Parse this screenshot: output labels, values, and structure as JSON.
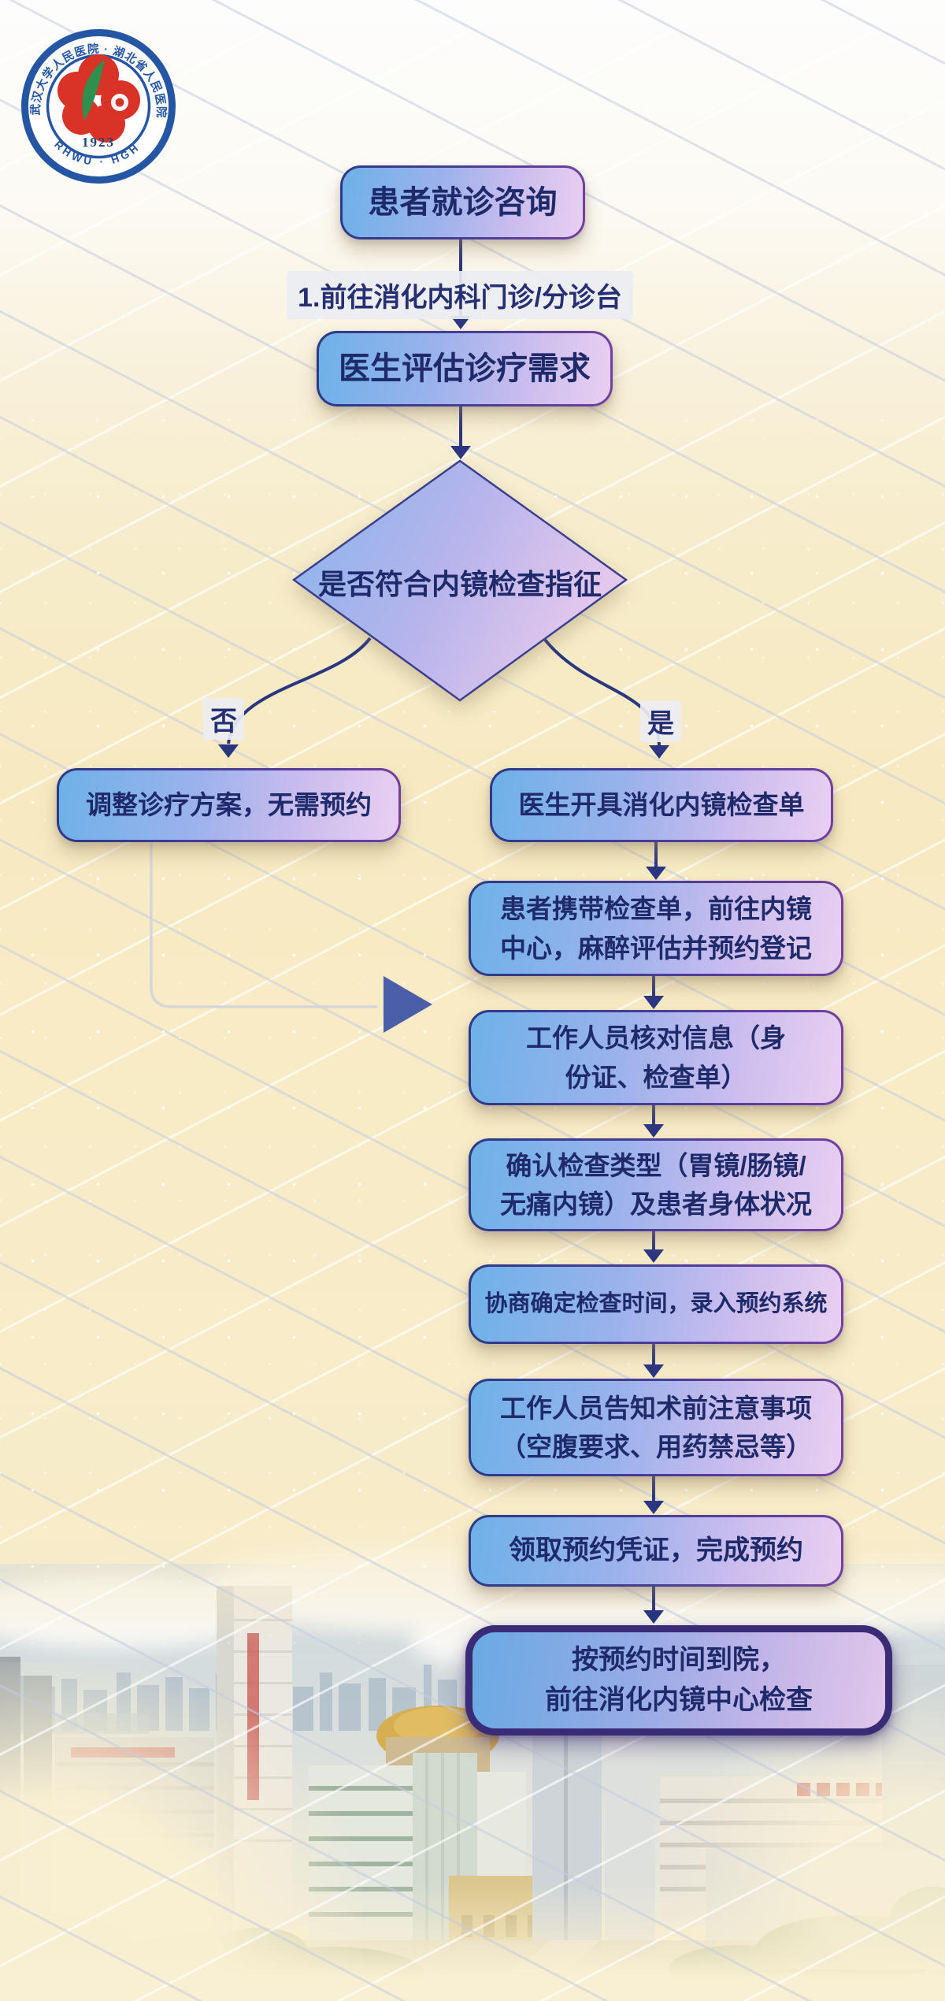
{
  "logo": {
    "ring_text": "武汉大学人民医院 · 湖北省人民医院",
    "year": "1923",
    "abbr": "RHWU · HGH"
  },
  "flow": {
    "start": {
      "label": "患者就诊咨询"
    },
    "route_note": "1.前往消化内科门诊/分诊台",
    "assess": {
      "label": "医生评估诊疗需求"
    },
    "decision": {
      "label": "是否符合内镜检查指征"
    },
    "branch_no": "否",
    "branch_yes": "是",
    "adjust": {
      "label": "调整诊疗方案，无需预约"
    },
    "order": {
      "label": "医生开具消化内镜检查单"
    },
    "register": {
      "lines": [
        "患者携带检查单，前往内镜",
        "中心，麻醉评估并预约登记"
      ]
    },
    "verify": {
      "lines": [
        "工作人员核对信息（身",
        "份证、检查单）"
      ]
    },
    "confirm_type": {
      "lines": [
        "确认检查类型（胃镜/肠镜/",
        "无痛内镜）及患者身体状况"
      ]
    },
    "schedule": {
      "label": "协商确定检查时间，录入预约系统"
    },
    "notice": {
      "lines": [
        "工作人员告知术前注意事项",
        "（空腹要求、用药禁忌等）"
      ]
    },
    "voucher": {
      "label": "领取预约凭证，完成预约"
    },
    "final": {
      "lines": [
        "按预约时间到院，",
        "前往消化内镜中心检查"
      ]
    }
  },
  "colors": {
    "node_fill_left": "#6eb1e8",
    "node_fill_right": "#e9cff1",
    "node_border_left": "#2c3a88",
    "node_border_right": "#7040a0",
    "text_navy": "#1f2a6b",
    "arrow_navy": "#2a3680",
    "final_border_purple": "#3a2b77",
    "merge_triangle_blue": "#4a5fa8",
    "background_cream": "#f7ecca",
    "logo_blue": "#2456a4",
    "logo_red": "#d93226",
    "logo_green": "#2f8f4e"
  }
}
